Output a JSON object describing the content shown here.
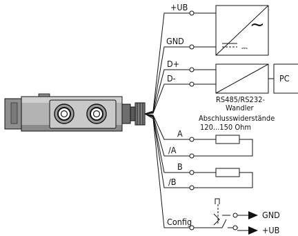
{
  "terminals": {
    "plus_ub": "+UB",
    "gnd": "GND",
    "d_plus": "D+",
    "d_minus": "D-",
    "a": "A",
    "a_bar": "/A",
    "b": "B",
    "b_bar": "/B",
    "config": "Config"
  },
  "blocks": {
    "power_supply_symbol": "~",
    "converter_label_line1": "RS485/RS232-",
    "converter_label_line2": "Wandler",
    "pc": "PC",
    "termination_line1": "Abschlusswiderstände",
    "termination_line2": "120...150 Ohm"
  },
  "outputs": {
    "gnd": "GND",
    "plus_ub": "+UB"
  },
  "icons": {
    "sensor": "sensor-device-icon",
    "resistor": "resistor-icon",
    "switch": "changeover-switch-icon",
    "arrow": "arrow-right-icon"
  }
}
